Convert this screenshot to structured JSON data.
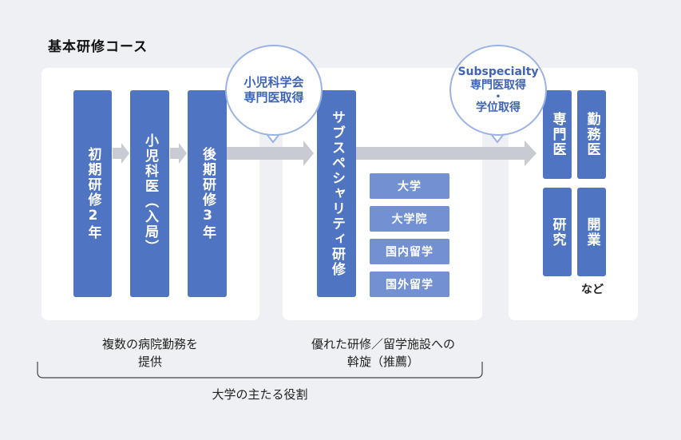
{
  "title": "基本研修コース",
  "stage1": {
    "bars": [
      "初期研修2年",
      "小児科医（入局）",
      "後期研修3年"
    ],
    "caption": [
      "複数の病院勤務を",
      "提供"
    ]
  },
  "milestone1": {
    "lines": [
      "小児科学会",
      "専門医取得"
    ]
  },
  "stage2": {
    "bar": "サブスペシャリティ研修",
    "options": [
      "大学",
      "大学院",
      "国内留学",
      "国外留学"
    ],
    "caption": [
      "優れた研修／留学施設への",
      "斡旋（推薦）"
    ]
  },
  "milestone2": {
    "lines": [
      "Subspecialty",
      "専門医取得",
      "•",
      "学位取得"
    ]
  },
  "stage3": {
    "bars": [
      "専門医",
      "勤務医",
      "研究",
      "開業"
    ],
    "note": "など"
  },
  "bracket_label": "大学の主たる役割",
  "colors": {
    "bar": "#4f74c2",
    "bar_light": "#7391d2",
    "arrow": "#c8ccd2",
    "circle_border": "#9bb3e4",
    "circle_text": "#3f63b5"
  }
}
